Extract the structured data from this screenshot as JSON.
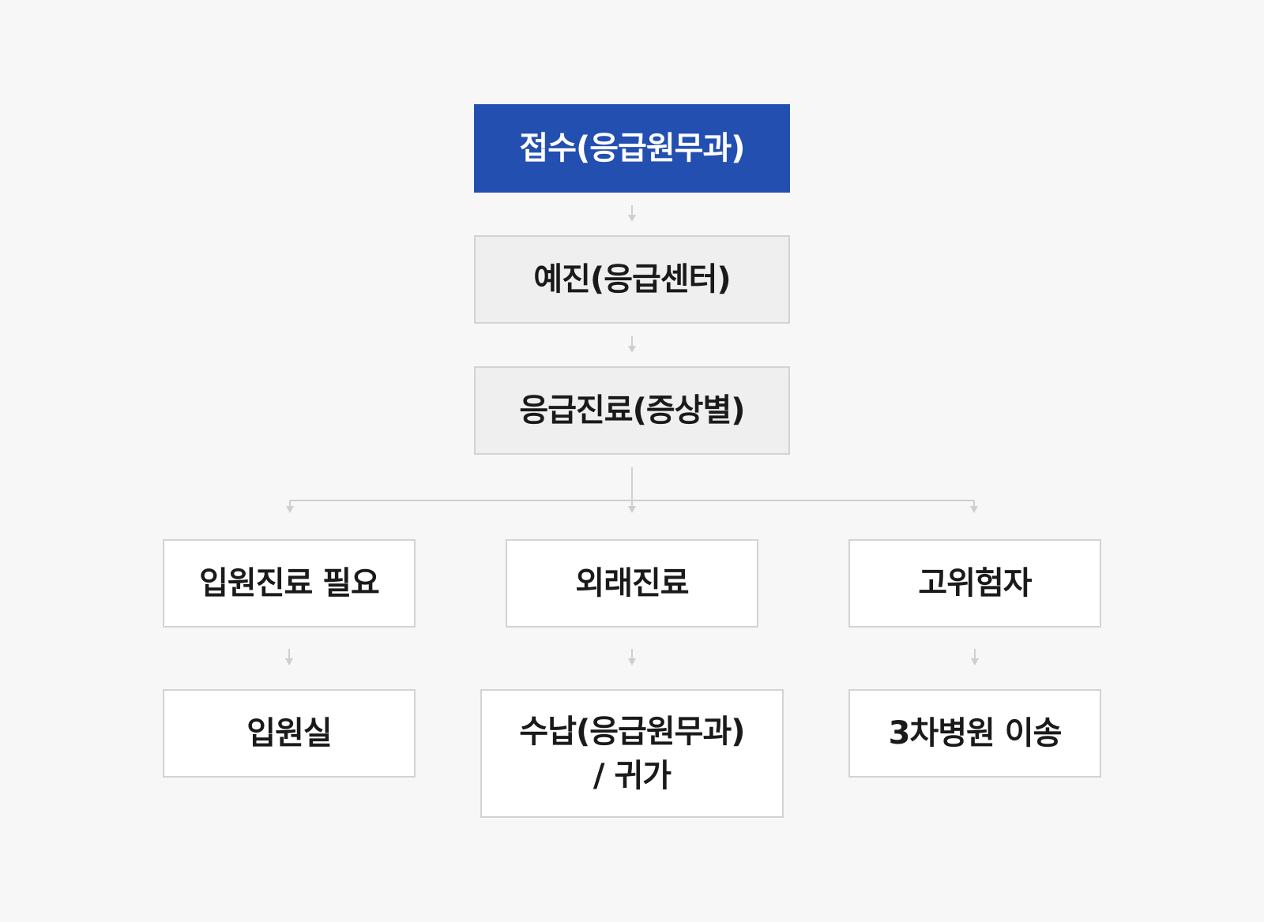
{
  "flow": {
    "reception": "접수(응급원무과)",
    "triage": "예진(응급센터)",
    "treatment": "응급진료(증상별)",
    "branches": [
      {
        "condition": "입원진료 필요",
        "outcome": [
          "입원실"
        ]
      },
      {
        "condition": "외래진료",
        "outcome": [
          "수납(응급원무과)",
          "/ 귀가"
        ]
      },
      {
        "condition": "고위험자",
        "outcome": [
          "3차병원 이송"
        ]
      }
    ]
  },
  "colors": {
    "primary": "#234fb1",
    "grey_box": "#efefef",
    "border": "#d3d3d3",
    "connector": "#cfcfcf",
    "background": "#f7f7f7"
  }
}
